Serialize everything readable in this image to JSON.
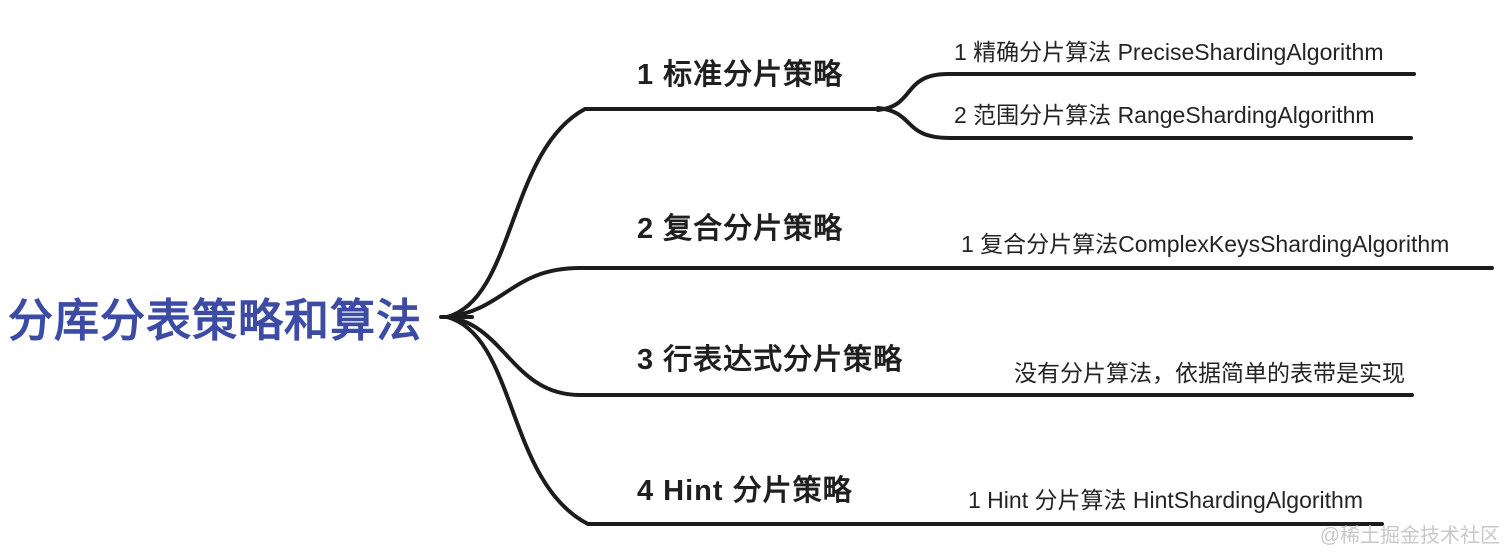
{
  "mindmap": {
    "root": {
      "label": "分库分表策略和算法",
      "color": "#3c4ba3"
    },
    "line_color": "#1c1c1c",
    "branches": [
      {
        "label": "1 标准分片策略",
        "children": [
          {
            "label": "1 精确分片算法 PreciseShardingAlgorithm"
          },
          {
            "label": "2 范围分片算法 RangeShardingAlgorithm"
          }
        ]
      },
      {
        "label": "2 复合分片策略",
        "children": [
          {
            "label": "1 复合分片算法ComplexKeysShardingAlgorithm"
          }
        ]
      },
      {
        "label": "3 行表达式分片策略",
        "children": [
          {
            "label": "没有分片算法，依据简单的表带是实现"
          }
        ]
      },
      {
        "label": "4 Hint 分片策略",
        "children": [
          {
            "label": "1 Hint 分片算法 HintShardingAlgorithm"
          }
        ]
      }
    ],
    "watermark": {
      "label": "@稀土掘金技术社区",
      "color": "#c8c8c8"
    }
  }
}
